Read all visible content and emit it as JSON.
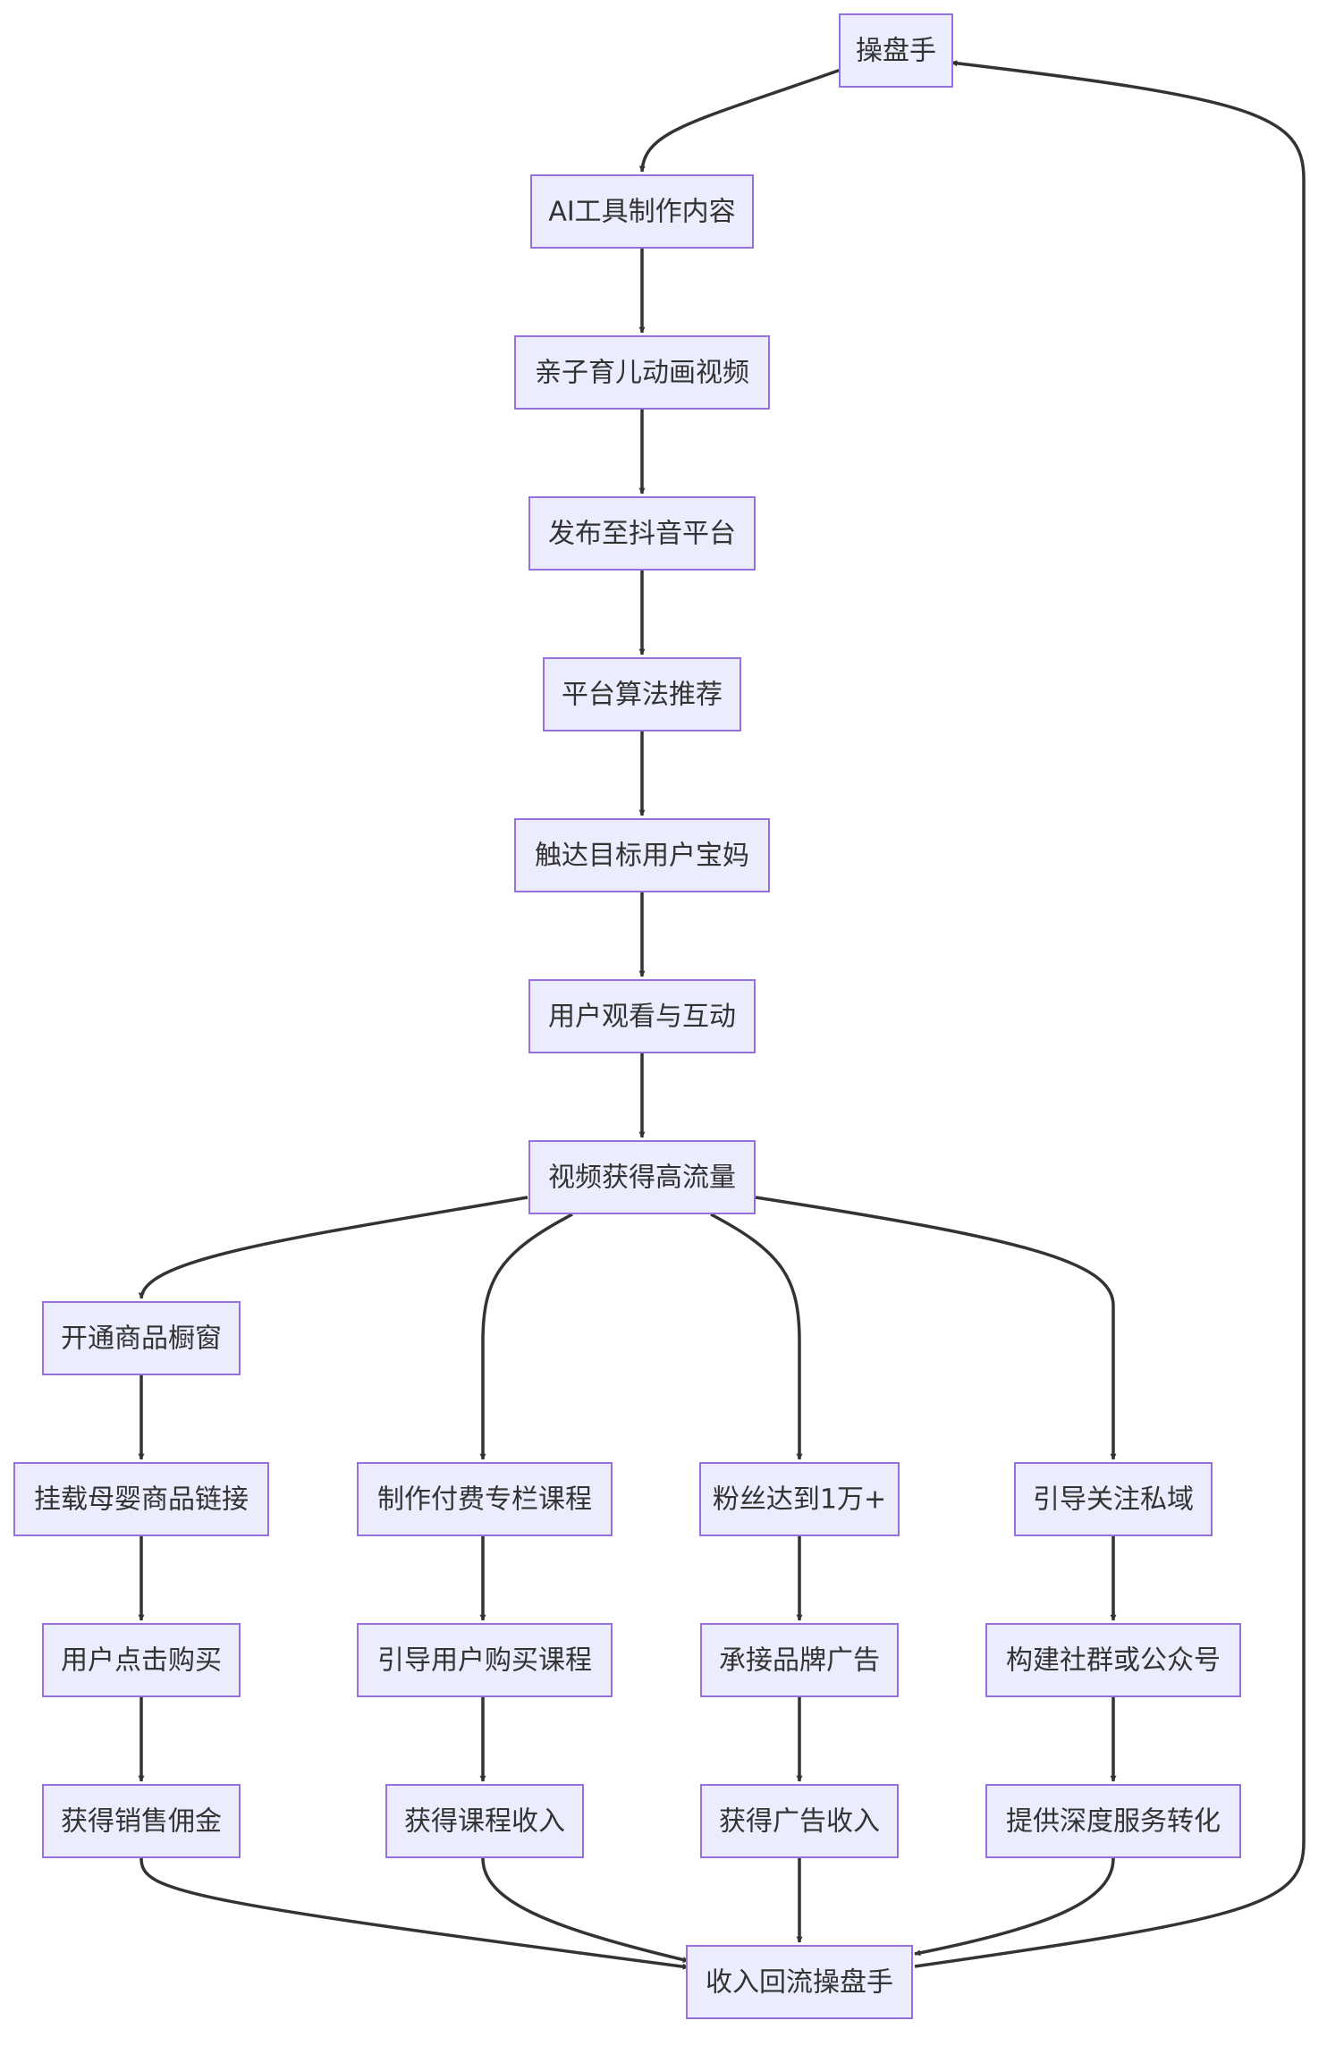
{
  "diagram": {
    "type": "flowchart",
    "nodes": {
      "operator": "操盘手",
      "ai_content": "AI工具制作内容",
      "animation_video": "亲子育儿动画视频",
      "publish_douyin": "发布至抖音平台",
      "algorithm": "平台算法推荐",
      "reach_moms": "触达目标用户宝妈",
      "watch_interact": "用户观看与互动",
      "high_traffic": "视频获得高流量",
      "open_showcase": "开通商品橱窗",
      "mount_links": "挂载母婴商品链接",
      "user_click_buy": "用户点击购买",
      "sales_commission": "获得销售佣金",
      "paid_course": "制作付费专栏课程",
      "guide_buy_course": "引导用户购买课程",
      "course_income": "获得课程收入",
      "fans_10k": "粉丝达到1万+",
      "brand_ads": "承接品牌广告",
      "ad_income": "获得广告收入",
      "private_domain": "引导关注私域",
      "community": "构建社群或公众号",
      "deep_service": "提供深度服务转化",
      "income_back": "收入回流操盘手"
    },
    "edges": [
      [
        "operator",
        "ai_content"
      ],
      [
        "ai_content",
        "animation_video"
      ],
      [
        "animation_video",
        "publish_douyin"
      ],
      [
        "publish_douyin",
        "algorithm"
      ],
      [
        "algorithm",
        "reach_moms"
      ],
      [
        "reach_moms",
        "watch_interact"
      ],
      [
        "watch_interact",
        "high_traffic"
      ],
      [
        "high_traffic",
        "open_showcase"
      ],
      [
        "high_traffic",
        "paid_course"
      ],
      [
        "high_traffic",
        "fans_10k"
      ],
      [
        "high_traffic",
        "private_domain"
      ],
      [
        "open_showcase",
        "mount_links"
      ],
      [
        "mount_links",
        "user_click_buy"
      ],
      [
        "user_click_buy",
        "sales_commission"
      ],
      [
        "paid_course",
        "guide_buy_course"
      ],
      [
        "guide_buy_course",
        "course_income"
      ],
      [
        "fans_10k",
        "brand_ads"
      ],
      [
        "brand_ads",
        "ad_income"
      ],
      [
        "private_domain",
        "community"
      ],
      [
        "community",
        "deep_service"
      ],
      [
        "sales_commission",
        "income_back"
      ],
      [
        "course_income",
        "income_back"
      ],
      [
        "ad_income",
        "income_back"
      ],
      [
        "deep_service",
        "income_back"
      ],
      [
        "income_back",
        "operator"
      ]
    ]
  },
  "colors": {
    "node_fill": "#ECECFF",
    "node_border": "#9370DB",
    "edge": "#333333",
    "text": "#333333"
  }
}
